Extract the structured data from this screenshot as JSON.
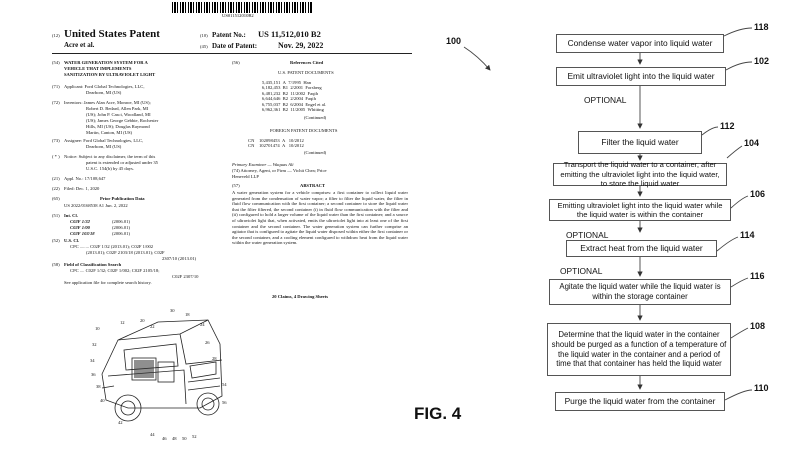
{
  "barcode_text": "US011512010B2",
  "header": {
    "country": "United States Patent",
    "country_num": "(12)",
    "inventor": "Acre et al.",
    "patent_no_num": "(10)",
    "patent_no_label": "Patent No.:",
    "patent_no": "US 11,512,010 B2",
    "date_num": "(45)",
    "date_label": "Date of Patent:",
    "date": "Nov. 29, 2022"
  },
  "left_fields": [
    {
      "num": "(54)",
      "lines": [
        "WATER GENERATION SYSTEM FOR A",
        "VEHICLE THAT IMPLEMENTS",
        "SANITIZATION BY ULTRAVIOLET LIGHT"
      ]
    },
    {
      "num": "(71)",
      "lines": [
        "Applicant: Ford Global Technologies, LLC,",
        "Dearborn, MI (US)"
      ]
    },
    {
      "num": "(72)",
      "lines": [
        "Inventors: James Alan Acre, Monroe, MI (US);",
        "Robert D. Bedard, Allen Park, MI",
        "(US); John P. Casci, Woodland, MI",
        "(US); James George Gebbie, Rochester",
        "Hills, MI (US); Douglas Raymond",
        "Martin, Canton, MI (US)"
      ]
    },
    {
      "num": "(73)",
      "lines": [
        "Assignee: Ford Global Technologies, LLC,",
        "Dearborn, MI (US)"
      ]
    },
    {
      "num": "( * )",
      "lines": [
        "Notice: Subject to any disclaimer, the term of this",
        "patent is extended or adjusted under 35",
        "U.S.C. 154(b) by 45 days."
      ]
    },
    {
      "num": "(21)",
      "lines": [
        "Appl. No.: 17/108,647"
      ]
    },
    {
      "num": "(22)",
      "lines": [
        "Filed: Dec. 1, 2020"
      ]
    }
  ],
  "prior_pub": {
    "num": "(65)",
    "title": "Prior Publication Data",
    "line": "US 2022/0168538 A1     Jun. 2, 2022"
  },
  "int_cl": {
    "num": "(51)",
    "title": "Int. Cl.",
    "rows": [
      [
        "C02F 1/32",
        "(2006.01)"
      ],
      [
        "C02F 1/00",
        "(2006.01)"
      ],
      [
        "C02F 103/18",
        "(2006.01)"
      ]
    ]
  },
  "us_cl": {
    "num": "(52)",
    "title": "U.S. Cl.",
    "lines": [
      "CPC ........ C02F 1/32 (2013.01); C02F 1/002",
      "(2013.01); C02F 2103/18 (2013.01); C02F",
      "2307/10 (2013.01)"
    ]
  },
  "field_search": {
    "num": "(58)",
    "title": "Field of Classification Search",
    "lines": [
      "CPC .... C02F 1/32; C02F 1/002; C02F 2105/18;",
      "C02F 2307/10",
      "See application file for complete search history."
    ]
  },
  "references": {
    "num": "(56)",
    "title": "References Cited",
    "us_title": "U.S. PATENT DOCUMENTS",
    "us_rows": [
      [
        "5,435,151",
        "A",
        "7/1995",
        "Han"
      ],
      [
        "6,182,453",
        "B1",
        "2/2001",
        "Forsberg"
      ],
      [
        "6,481,232",
        "B2",
        "11/2002",
        "Faqih"
      ],
      [
        "6,644,646",
        "B2",
        "2/2004",
        "Faqih"
      ],
      [
        "6,755,037",
        "B2",
        "6/2004",
        "Engel et al."
      ],
      [
        "6,962,361",
        "B2",
        "11/2005",
        "Whitting"
      ]
    ],
    "continued": "(Continued)",
    "foreign_title": "FOREIGN PATENT DOCUMENTS",
    "foreign_rows": [
      [
        "CN",
        "102098453",
        "A",
        "10/2012"
      ],
      [
        "CN",
        "102701474",
        "A",
        "10/2012"
      ]
    ],
    "foreign_continued": "(Continued)"
  },
  "examiner": [
    "Primary Examiner — Waquas Ali",
    "(74) Attorney, Agent, or Firm — Vichit Chea; Price",
    "Heneveld LLP"
  ],
  "abstract": {
    "num": "(57)",
    "title": "ABSTRACT",
    "text": "A water generation system for a vehicle comprises: a first container to collect liquid water generated from the condensation of water vapor; a filter to filter the liquid water, the filter in fluid flow communication with the first container; a second container to store the liquid water that the filter filtered, the second container (i) in fluid flow communication with the filter and (ii) configured to hold a larger volume of the liquid water than the first container; and a source of ultraviolet light that, when activated, emits the ultraviolet light into at least one of the first container and the second container. The water generation system can further comprise an agitator that is configured to agitate the liquid water disposed within either the first container or the second container, and a cooling element configured to withdraw heat from the liquid water within the water generation system.",
    "claims": "20 Claims, 4 Drawing Sheets"
  },
  "vehicle_labels": [
    "10",
    "12",
    "30",
    "18",
    "20",
    "22",
    "24",
    "26",
    "28",
    "32",
    "34",
    "36",
    "38",
    "40",
    "42",
    "44",
    "46",
    "48",
    "50",
    "52",
    "54",
    "56"
  ],
  "figure": {
    "label": "FIG. 4",
    "ref_main": "100",
    "steps": [
      {
        "ref": "118",
        "text": "Condense water vapor into liquid water",
        "optional": ""
      },
      {
        "ref": "102",
        "text": "Emit ultraviolet light into the liquid water",
        "optional": ""
      },
      {
        "ref": "112",
        "text": "Filter the liquid water",
        "optional": "OPTIONAL"
      },
      {
        "ref": "104",
        "text": "Transport the liquid water to a container, after emitting the ultraviolet light into the liquid water, to store the liquid water",
        "optional": ""
      },
      {
        "ref": "106",
        "text": "Emitting ultraviolet light into the liquid water while the liquid water is within the container",
        "optional": ""
      },
      {
        "ref": "114",
        "text": "Extract heat from the liquid water",
        "optional": "OPTIONAL"
      },
      {
        "ref": "116",
        "text": "Agitate the liquid water while the liquid water is within the storage container",
        "optional": "OPTIONAL"
      },
      {
        "ref": "108",
        "text": "Determine that the liquid water in the container should be purged as a function of a temperature of the liquid water in the container and a period of time that that container has held the liquid water",
        "optional": ""
      },
      {
        "ref": "110",
        "text": "Purge the liquid water from the container",
        "optional": ""
      }
    ]
  }
}
